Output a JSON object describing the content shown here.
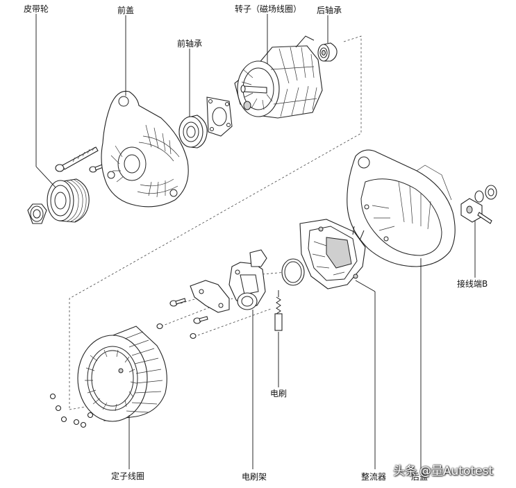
{
  "labels": {
    "pulley": "皮带轮",
    "front_cover": "前盖",
    "rotor": "转子（磁场线圈）",
    "rear_bearing": "后轴承",
    "front_bearing": "前轴承",
    "terminal_b": "接线端B",
    "brush": "电刷",
    "stator": "定子线圈",
    "brush_holder": "电刷架",
    "rectifier": "整流器",
    "rear_cover": "后盖"
  },
  "watermark": {
    "source": "头条",
    "handle": "@量Autotest"
  }
}
